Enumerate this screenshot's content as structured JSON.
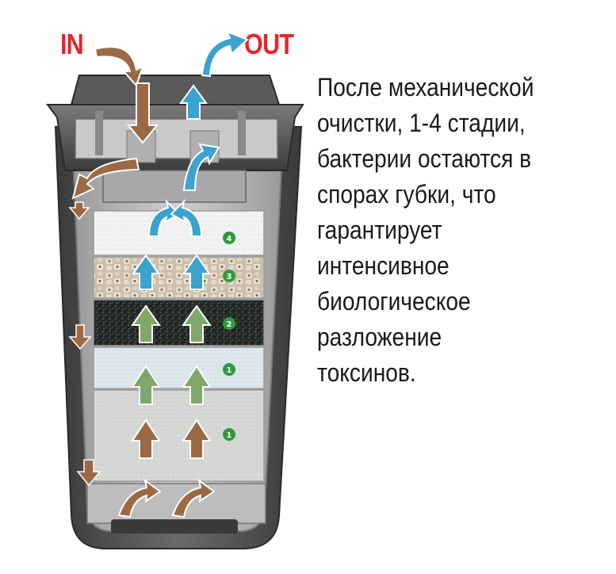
{
  "labels": {
    "in": "IN",
    "out": "OUT"
  },
  "description": {
    "lines": [
      "После механической",
      "очистки, 1-4 стадии,",
      "бактерии остаются в",
      "спорах губки, что",
      "гарантирует",
      "интенсивное",
      "биологическое",
      "разложение",
      "токсинов."
    ]
  },
  "stages": [
    {
      "number": "4",
      "media": "white-fine-sponge"
    },
    {
      "number": "3",
      "media": "ceramic-rings"
    },
    {
      "number": "2",
      "media": "carbon-granules"
    },
    {
      "number": "1",
      "media": "blue-coarse-sponge"
    },
    {
      "number": "1",
      "media": "grey-coarse-sponge"
    }
  ],
  "colors": {
    "label_red": "#e3262b",
    "arrow_brown": "#9b6a44",
    "arrow_blue": "#3aa3cf",
    "arrow_green": "#7fa86a",
    "badge_green": "#2f9a3c",
    "canister_dark": "#4a4a4a"
  }
}
